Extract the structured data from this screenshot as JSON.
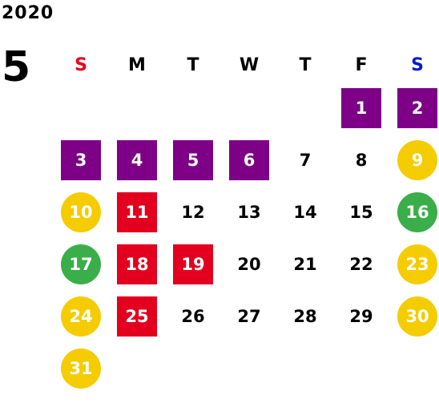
{
  "header": {
    "year": "2020",
    "month": "5"
  },
  "weekdays": [
    {
      "label": "S",
      "color": "#e8001b"
    },
    {
      "label": "M",
      "color": "#000000"
    },
    {
      "label": "T",
      "color": "#000000"
    },
    {
      "label": "W",
      "color": "#000000"
    },
    {
      "label": "T",
      "color": "#000000"
    },
    {
      "label": "F",
      "color": "#000000"
    },
    {
      "label": "S",
      "color": "#0019d6"
    }
  ],
  "colors": {
    "purple": "#7d0087",
    "red": "#e3001f",
    "yellow": "#f5cc00",
    "green": "#3aae48"
  },
  "start_weekday_index": 5,
  "days": [
    {
      "day": "1",
      "style": "square",
      "color": "purple"
    },
    {
      "day": "2",
      "style": "square",
      "color": "purple"
    },
    {
      "day": "3",
      "style": "square",
      "color": "purple"
    },
    {
      "day": "4",
      "style": "square",
      "color": "purple"
    },
    {
      "day": "5",
      "style": "square",
      "color": "purple"
    },
    {
      "day": "6",
      "style": "square",
      "color": "purple"
    },
    {
      "day": "7",
      "style": "plain"
    },
    {
      "day": "8",
      "style": "plain"
    },
    {
      "day": "9",
      "style": "circle",
      "color": "yellow"
    },
    {
      "day": "10",
      "style": "circle",
      "color": "yellow"
    },
    {
      "day": "11",
      "style": "square",
      "color": "red"
    },
    {
      "day": "12",
      "style": "plain"
    },
    {
      "day": "13",
      "style": "plain"
    },
    {
      "day": "14",
      "style": "plain"
    },
    {
      "day": "15",
      "style": "plain"
    },
    {
      "day": "16",
      "style": "circle",
      "color": "green"
    },
    {
      "day": "17",
      "style": "circle",
      "color": "green"
    },
    {
      "day": "18",
      "style": "square",
      "color": "red"
    },
    {
      "day": "19",
      "style": "square",
      "color": "red"
    },
    {
      "day": "20",
      "style": "plain"
    },
    {
      "day": "21",
      "style": "plain"
    },
    {
      "day": "22",
      "style": "plain"
    },
    {
      "day": "23",
      "style": "circle",
      "color": "yellow"
    },
    {
      "day": "24",
      "style": "circle",
      "color": "yellow"
    },
    {
      "day": "25",
      "style": "square",
      "color": "red"
    },
    {
      "day": "26",
      "style": "plain"
    },
    {
      "day": "27",
      "style": "plain"
    },
    {
      "day": "28",
      "style": "plain"
    },
    {
      "day": "29",
      "style": "plain"
    },
    {
      "day": "30",
      "style": "circle",
      "color": "yellow"
    },
    {
      "day": "31",
      "style": "circle",
      "color": "yellow"
    }
  ]
}
